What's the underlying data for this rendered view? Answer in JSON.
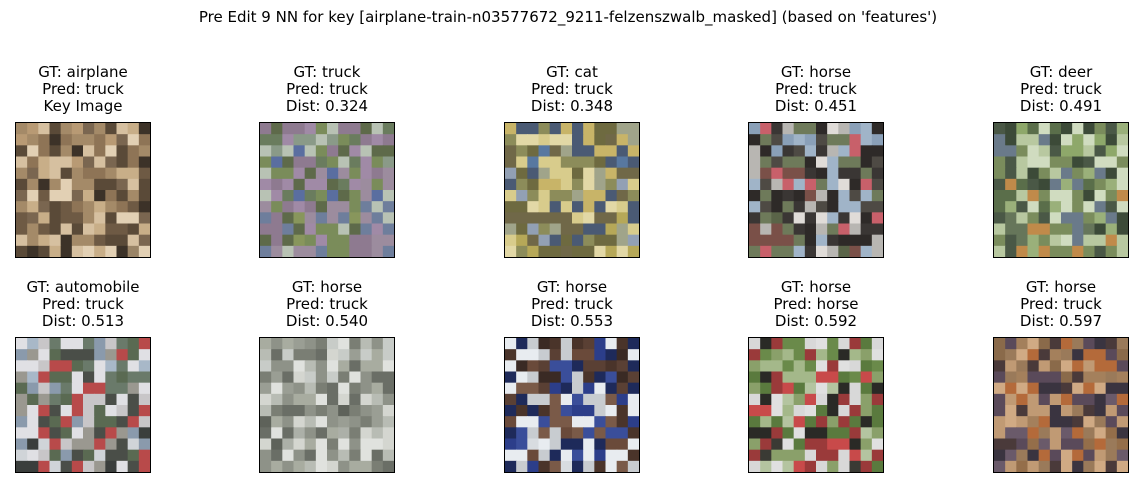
{
  "title": "Pre Edit 9 NN for key [airplane-train-n03577672_9211-felzenszwalb_masked] (based on 'features')",
  "cells": [
    {
      "lines": [
        "GT: airplane",
        "Pred: truck",
        "Key Image"
      ],
      "colors": [
        "#b89a74",
        "#8e7456",
        "#d6c0a0",
        "#5a4a38",
        "#a48a68",
        "#3c3228",
        "#c8ae88",
        "#7a6650",
        "#e2d0b4",
        "#6e5a44",
        "#9a8466",
        "#4a3c2e"
      ]
    },
    {
      "lines": [
        "GT: truck",
        "Pred: truck",
        "Dist: 0.324"
      ],
      "colors": [
        "#8a9a88",
        "#6a7c5e",
        "#5a6ea0",
        "#8e7a90",
        "#a08aa6",
        "#7a8c5a",
        "#b8c2b4",
        "#5e6a4a",
        "#9c8c9e",
        "#6e7e9c",
        "#88965c",
        "#4e5a48"
      ]
    },
    {
      "lines": [
        "GT: cat",
        "Pred: truck",
        "Dist: 0.348"
      ],
      "colors": [
        "#5878a0",
        "#c8b468",
        "#8c8c5a",
        "#6e6a40",
        "#d8cc8c",
        "#4a5a74",
        "#a0a48a",
        "#e2d8a6",
        "#706848",
        "#92a0b4",
        "#b6a858",
        "#585238"
      ]
    },
    {
      "lines": [
        "GT: horse",
        "Pred: truck",
        "Dist: 0.451"
      ],
      "colors": [
        "#8aa0b8",
        "#4e4a44",
        "#b8b6b2",
        "#2e2a28",
        "#c8606a",
        "#6e7a5a",
        "#a0b4c8",
        "#3a3634",
        "#e0dcd8",
        "#7a5048",
        "#5a6448",
        "#9aa8b4"
      ]
    },
    {
      "lines": [
        "GT: deer",
        "Pred: truck",
        "Dist: 0.491"
      ],
      "colors": [
        "#8ea86a",
        "#5a6e4a",
        "#3c4a38",
        "#b8c8a0",
        "#6a7a8a",
        "#7a8c5c",
        "#d0dcc0",
        "#4a5846",
        "#9ab07a",
        "#c08a4a",
        "#66765a",
        "#aabca0"
      ]
    },
    {
      "lines": [
        "GT: automobile",
        "Pred: truck",
        "Dist: 0.513"
      ],
      "colors": [
        "#a8b8c8",
        "#6a7a6a",
        "#c8c6c8",
        "#4a4e48",
        "#b84a4a",
        "#8a9aac",
        "#e0e0e4",
        "#5a6a52",
        "#9a9890",
        "#3a3e3c",
        "#d0d4d8",
        "#7a7064"
      ]
    },
    {
      "lines": [
        "GT: horse",
        "Pred: truck",
        "Dist: 0.540"
      ],
      "colors": [
        "#c8ccc8",
        "#9a9e94",
        "#7a7e74",
        "#e0e2de",
        "#a8aca0",
        "#6a6e66",
        "#b8bcb4",
        "#8e9288",
        "#d4d6d0",
        "#5e625a",
        "#acb0a8",
        "#82867c"
      ]
    },
    {
      "lines": [
        "GT: horse",
        "Pred: truck",
        "Dist: 0.553"
      ],
      "colors": [
        "#3a2a24",
        "#5a4034",
        "#2c3e8a",
        "#e8ecf0",
        "#6a4a3a",
        "#1e2a5a",
        "#c8ccd0",
        "#4a342a",
        "#3a4e9a",
        "#7a5a48",
        "#d8dce0",
        "#2a201c"
      ]
    },
    {
      "lines": [
        "GT: horse",
        "Pred: horse",
        "Dist: 0.592"
      ],
      "colors": [
        "#6a8a4a",
        "#a4b88a",
        "#d8d8d8",
        "#c84a4a",
        "#2a2a26",
        "#8aa06a",
        "#e0e0e0",
        "#5a7a3e",
        "#9a3a3a",
        "#b4c4a0",
        "#3a3a34",
        "#7a9a5a"
      ]
    },
    {
      "lines": [
        "GT: horse",
        "Pred: truck",
        "Dist: 0.597"
      ],
      "colors": [
        "#8a6a4a",
        "#a4805c",
        "#5a4a5a",
        "#c09a74",
        "#3a3440",
        "#b46a3a",
        "#9a7a5a",
        "#4a3a3a",
        "#d0aa84",
        "#6a5a6a",
        "#946e4a",
        "#2e2a2e"
      ]
    }
  ]
}
